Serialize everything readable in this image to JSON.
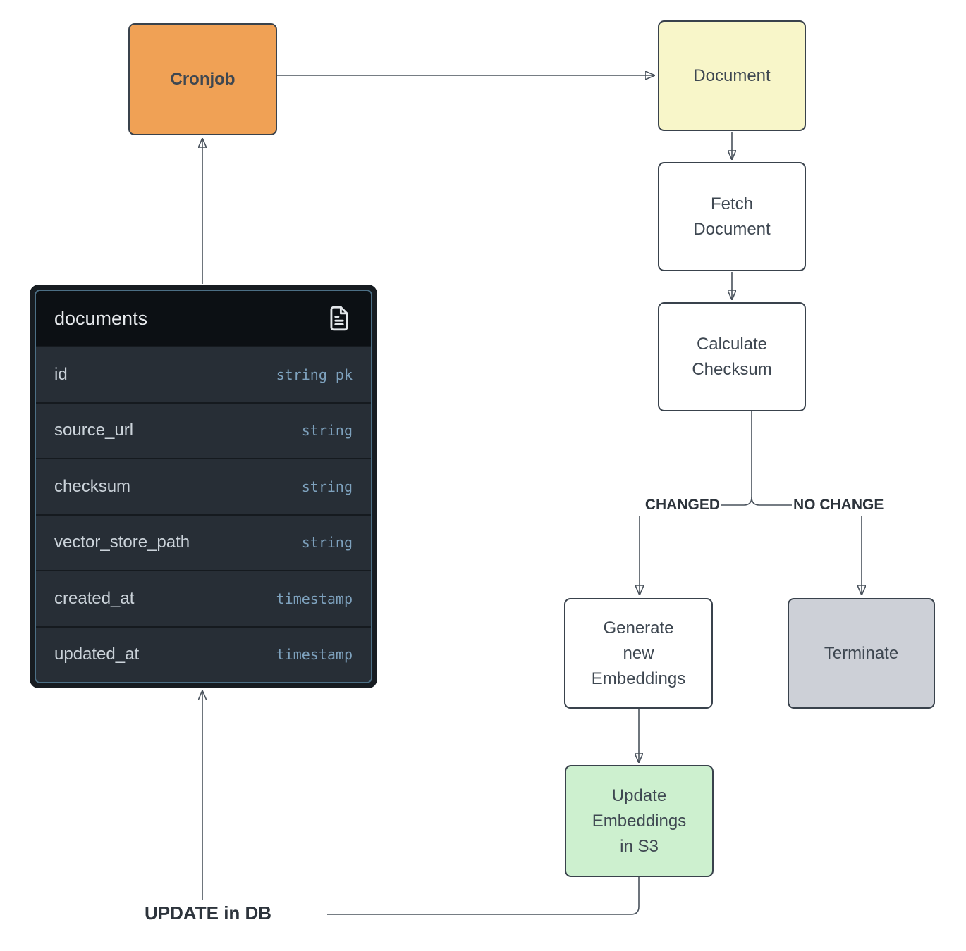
{
  "colors": {
    "cronjob_fill": "#f0a155",
    "document_fill": "#f8f6c9",
    "process_fill": "#ffffff",
    "terminate_fill": "#cdd0d7",
    "update_s3_fill": "#cdf0cf",
    "node_border": "#39424c",
    "node_text": "#3e4751",
    "edge_line": "#49525c",
    "table_outer_bg": "#171c21",
    "table_header_bg": "#0c1014",
    "table_row_bg": "#272e36",
    "table_inner_border": "#4c6f85",
    "table_field_text": "#cbd3da",
    "table_type_text": "#7ea2be",
    "table_title_text": "#e6e9ec"
  },
  "nodes": {
    "cronjob": {
      "label": "Cronjob"
    },
    "document": {
      "label": "Document"
    },
    "fetch_document": {
      "label": "Fetch\nDocument"
    },
    "calculate_checksum": {
      "label": "Calculate\nChecksum"
    },
    "generate_embeddings": {
      "label": "Generate\nnew\nEmbeddings"
    },
    "terminate": {
      "label": "Terminate"
    },
    "update_embeddings_s3": {
      "label": "Update\nEmbeddings\nin S3"
    }
  },
  "edge_labels": {
    "changed": "CHANGED",
    "no_change": "NO CHANGE",
    "update_in_db": "UPDATE in DB"
  },
  "table": {
    "title": "documents",
    "icon": "file-text-icon",
    "rows": [
      {
        "name": "id",
        "type": "string pk"
      },
      {
        "name": "source_url",
        "type": "string"
      },
      {
        "name": "checksum",
        "type": "string"
      },
      {
        "name": "vector_store_path",
        "type": "string"
      },
      {
        "name": "created_at",
        "type": "timestamp"
      },
      {
        "name": "updated_at",
        "type": "timestamp"
      }
    ]
  }
}
